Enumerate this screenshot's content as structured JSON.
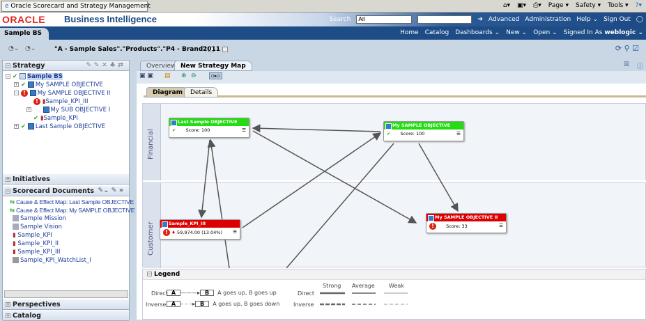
{
  "browser": {
    "tab_title": "Oracle Scorecard and Strategy Management",
    "menu": [
      "Page ▾",
      "Safety ▾",
      "Tools ▾"
    ]
  },
  "header": {
    "logo": "ORACLE",
    "product": "Business Intelligence",
    "search_label": "Search",
    "search_scope": "All",
    "links": [
      "Advanced",
      "Administration",
      "Help ⌄",
      "Sign Out"
    ]
  },
  "nav": {
    "scorecard_tab": "Sample BS",
    "links": [
      "Home",
      "Catalog",
      "Dashboards ⌄",
      "New ⌄",
      "Open ⌄"
    ],
    "signed_in_label": "Signed In As",
    "user": "weblogic ⌄"
  },
  "pov": {
    "dimension": "\"A - Sample Sales\".\"Products\".\"P4 - Brand\"",
    "year": "2011"
  },
  "strategy": {
    "title": "Strategy",
    "tree": [
      {
        "label": "Sample BS",
        "status": "ok",
        "level": 0
      },
      {
        "label": "My SAMPLE OBJECTIVE",
        "status": "ok",
        "level": 1
      },
      {
        "label": "My SAMPLE OBJECTIVE II",
        "status": "error",
        "level": 1
      },
      {
        "label": "Sample_KPI_III",
        "status": "error",
        "level": 2
      },
      {
        "label": "My SUB OBJECTIVE I",
        "status": "none",
        "level": 2
      },
      {
        "label": "Sample_KPI",
        "status": "ok",
        "level": 2
      },
      {
        "label": "Last Sample OBJECTIVE",
        "status": "ok",
        "level": 1
      }
    ]
  },
  "initiatives": {
    "title": "Initiatives"
  },
  "documents": {
    "title": "Scorecard Documents",
    "items": [
      "Cause & Effect Map: Last Sample OBJECTIVE",
      "Cause & Effect Map: My SAMPLE OBJECTIVE",
      "Sample Mission",
      "Sample Vision",
      "Sample_KPI",
      "Sample_KPI_II",
      "Sample_KPI_III",
      "Sample_KPI_WatchList_I"
    ]
  },
  "perspectives": {
    "title": "Perspectives"
  },
  "catalog": {
    "title": "Catalog"
  },
  "main": {
    "tabs": [
      "Overview",
      "New Strategy Map"
    ],
    "subtabs": [
      "Diagram",
      "Details"
    ]
  },
  "map": {
    "lanes": [
      "Financial",
      "Customer"
    ],
    "nodes": [
      {
        "title": "Last Sample OBJECTIVE",
        "value": "Score: 100",
        "status": "ok"
      },
      {
        "title": "My SAMPLE OBJECTIVE",
        "value": "Score: 100",
        "status": "ok"
      },
      {
        "title": "Sample_KPI_III",
        "value": "59,974.00 (13.04%)",
        "status": "error"
      },
      {
        "title": "My SAMPLE OBJECTIVE II",
        "value": "Score: 33",
        "status": "error"
      }
    ]
  },
  "legend": {
    "title": "Legend",
    "direct": "Direct",
    "inverse": "Inverse",
    "a": "A",
    "b": "B",
    "direct_desc": "A goes up, B goes up",
    "inverse_desc": "A goes up, B goes down",
    "strong": "Strong",
    "average": "Average",
    "weak": "Weak"
  },
  "colors": {
    "ok": "#22dd11",
    "error": "#dd0000",
    "brand": "#1e4c86"
  }
}
